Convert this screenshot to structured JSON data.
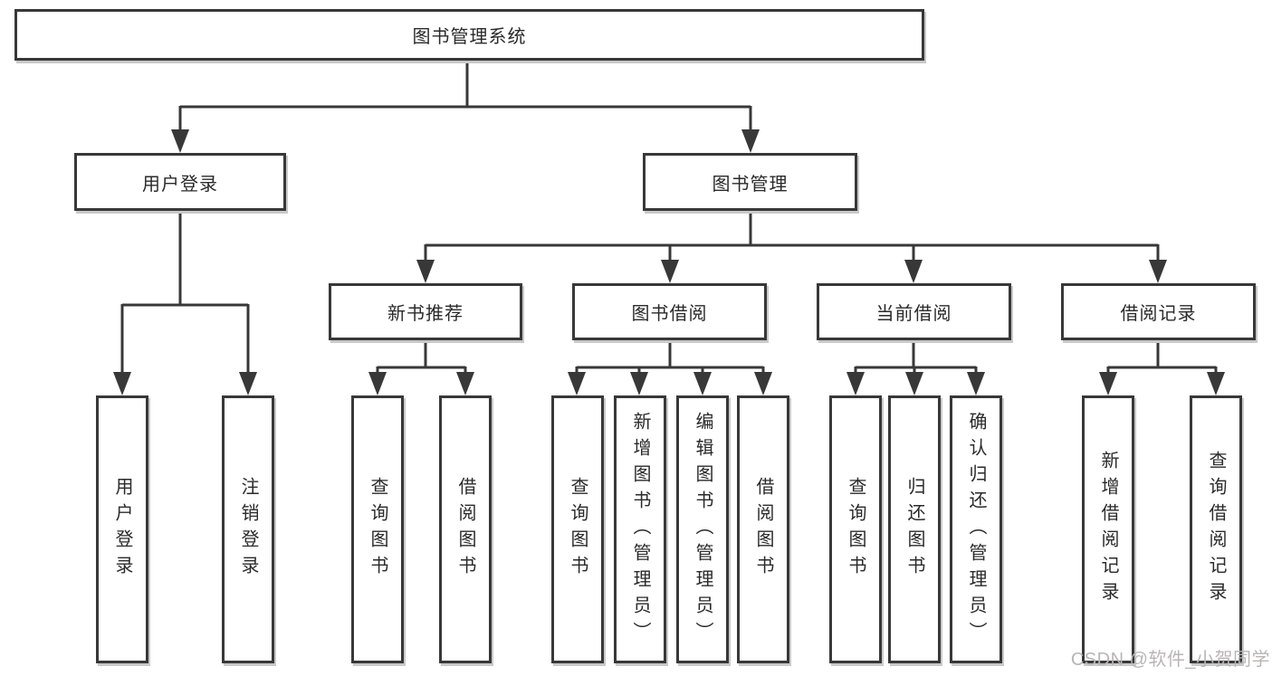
{
  "diagram": {
    "type": "hierarchy-tree",
    "tree": {
      "root": {
        "label": "图书管理系统"
      },
      "branches": [
        {
          "label": "用户登录",
          "children": [
            {
              "label": "用户登录"
            },
            {
              "label": "注销登录"
            }
          ]
        },
        {
          "label": "图书管理",
          "sections": [
            {
              "label": "新书推荐",
              "children": [
                {
                  "label": "查询图书"
                },
                {
                  "label": "借阅图书"
                }
              ]
            },
            {
              "label": "图书借阅",
              "children": [
                {
                  "label": "查询图书"
                },
                {
                  "label": "新增图书（管理员）"
                },
                {
                  "label": "编辑图书（管理员）"
                },
                {
                  "label": "借阅图书"
                }
              ]
            },
            {
              "label": "当前借阅",
              "children": [
                {
                  "label": "查询图书"
                },
                {
                  "label": "归还图书"
                },
                {
                  "label": "确认归还（管理员）"
                }
              ]
            },
            {
              "label": "借阅记录",
              "children": [
                {
                  "label": "新增借阅记录"
                },
                {
                  "label": "查询借阅记录"
                }
              ]
            }
          ]
        }
      ]
    }
  },
  "watermark": {
    "text": "CSDN @软件_小贺同学"
  },
  "colors": {
    "line": "#383838",
    "text": "#2a2a2a",
    "box_bg": "#ffffff",
    "watermark": "#b8b5b5",
    "shadow": "#c9c9c9"
  }
}
